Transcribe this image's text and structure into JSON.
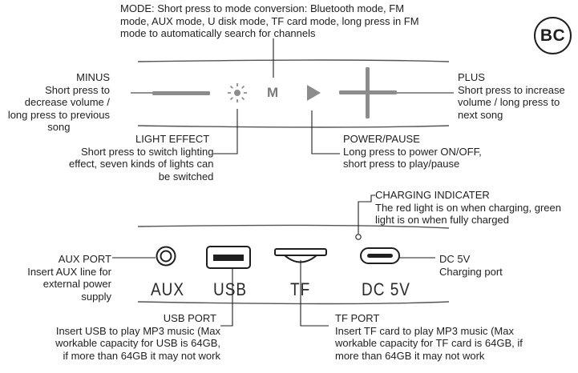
{
  "badge": "BC",
  "mode": {
    "text": "MODE: Short press to mode conversion: Bluetooth mode, FM mode, AUX mode, U disk mode, TF card mode, long press in FM mode to automatically search for channels"
  },
  "minus": {
    "title": "MINUS",
    "lines": [
      "Short press to",
      "decrease volume /",
      "long press to previous",
      "song"
    ]
  },
  "plus": {
    "title": "PLUS",
    "lines": [
      "Short press to increase",
      "volume / long press to",
      "next song"
    ]
  },
  "light": {
    "title": "LIGHT EFFECT",
    "lines": [
      "Short press to switch lighting",
      "effect, seven kinds of lights can",
      "be switched"
    ]
  },
  "power": {
    "title": "POWER/PAUSE",
    "lines": [
      "Long press to power ON/OFF,",
      "short press to play/pause"
    ]
  },
  "button_letter": "M",
  "charging": {
    "title": "CHARGING INDICATER",
    "lines": [
      "The red light is on when charging, green",
      "light is on when fully charged"
    ]
  },
  "aux": {
    "title": "AUX PORT",
    "lines": [
      "Insert AUX line for",
      "external power",
      "supply"
    ]
  },
  "dc": {
    "title": "DC 5V",
    "lines": [
      "Charging port"
    ]
  },
  "usb": {
    "title": "USB PORT",
    "lines": [
      "Insert USB to play MP3 music (Max",
      "workable capacity for USB is 64GB,",
      "if more than 64GB it may not work"
    ]
  },
  "tf": {
    "title": "TF PORT",
    "lines": [
      "Insert TF card to play MP3 music (Max",
      "workable capacity for TF card is 64GB, if",
      "more than 64GB it may not work"
    ]
  },
  "port_labels": {
    "aux": "AUX",
    "usb": "USB",
    "tf": "TF",
    "dc": "DC 5V"
  },
  "colors": {
    "button_gray": "#8c8c8c",
    "ink": "#1f1f1f",
    "panel_line": "#555555"
  }
}
